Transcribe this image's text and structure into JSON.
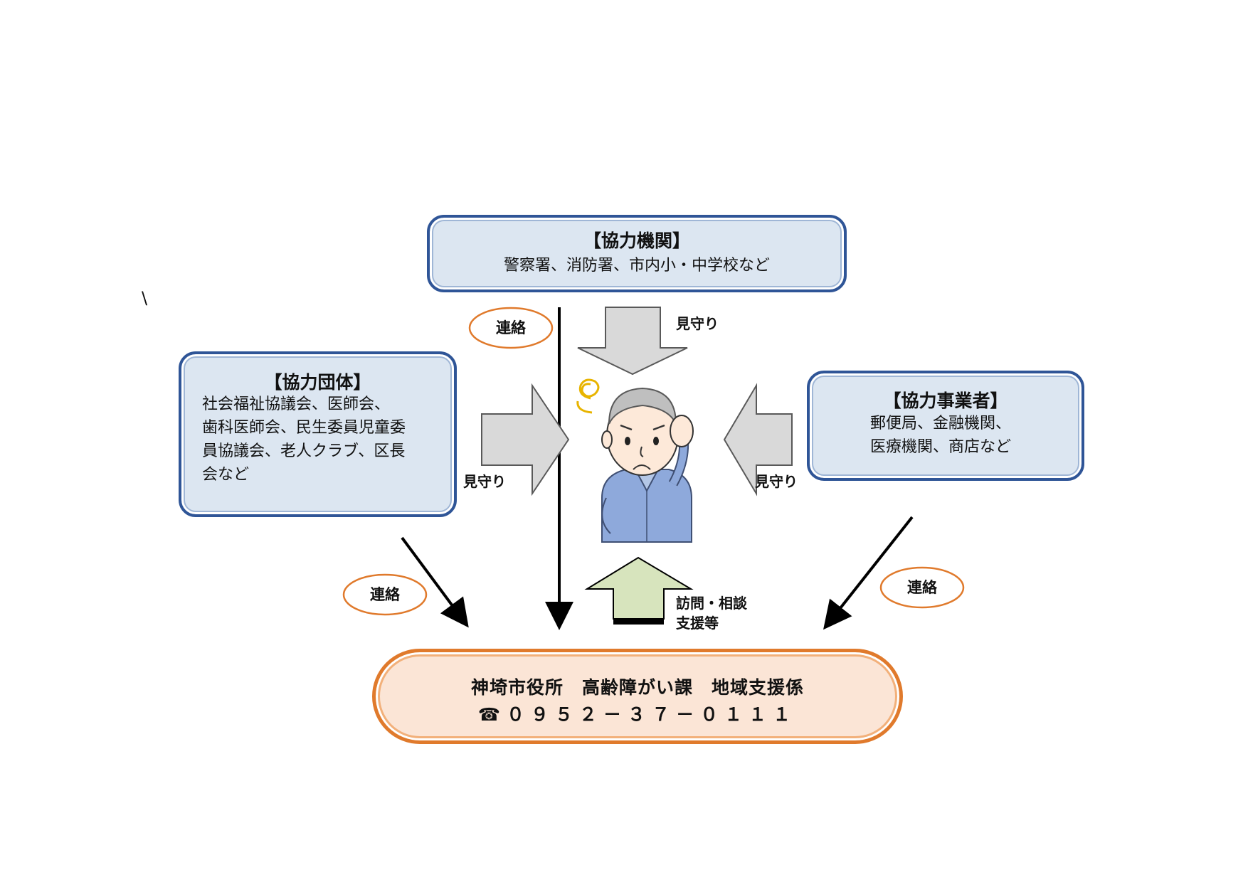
{
  "stray_mark": "\\",
  "boxes": {
    "agencies": {
      "title": "【協力機関】",
      "lines": [
        "警察署、消防署、市内小・中学校など"
      ]
    },
    "groups": {
      "title": "【協力団体】",
      "lines": [
        "社会福祉協議会、医師会、",
        "歯科医師会、民生委員児童委",
        "員協議会、老人クラブ、区長",
        "会など"
      ]
    },
    "businesses": {
      "title": "【協力事業者】",
      "lines": [
        "郵便局、金融機関、",
        "医療機関、商店など"
      ]
    }
  },
  "contact_label": "連絡",
  "watch_label": "見守り",
  "support_label_lines": [
    "訪問・相談",
    "支援等"
  ],
  "office": {
    "name": "神埼市役所　高齢障がい課　地域支援係",
    "phone": "☎０９５２－３７－０１１１"
  },
  "colors": {
    "box_fill": "#dce6f1",
    "box_border": "#2f5597",
    "office_fill": "#fbe5d6",
    "office_border": "#e07a2c",
    "gray_arrow": "#d9d9d9",
    "green_arrow": "#d7e4bd",
    "person_shirt": "#8ea9db"
  },
  "icons": {
    "person": "worried-elderly-person-icon",
    "phone": "phone-icon"
  }
}
